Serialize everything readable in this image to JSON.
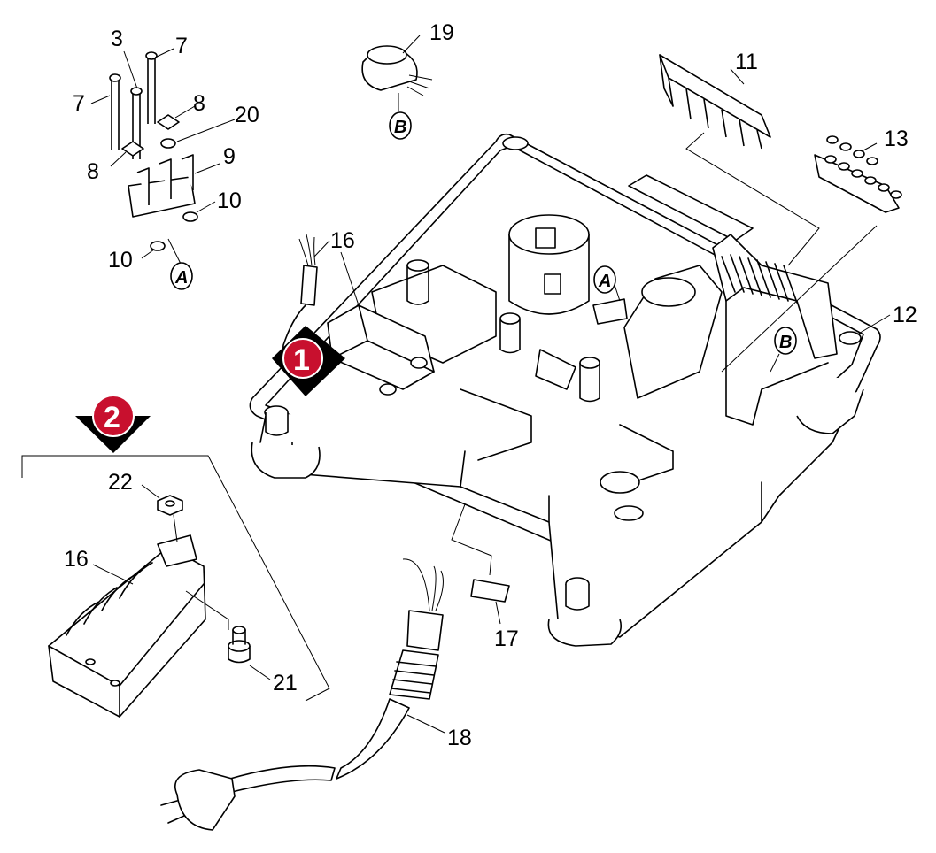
{
  "labels": {
    "p3": "3",
    "p7a": "7",
    "p7b": "7",
    "p8a": "8",
    "p8b": "8",
    "p9": "9",
    "p10a": "10",
    "p10b": "10",
    "p11": "11",
    "p12": "12",
    "p13": "13",
    "p16a": "16",
    "p16b": "16",
    "p17": "17",
    "p18": "18",
    "p19": "19",
    "p20": "20",
    "p21": "21",
    "p22": "22"
  },
  "connectors": {
    "a1": "A",
    "a2": "A",
    "b1": "B",
    "b2": "B"
  },
  "markers": {
    "m1": "1",
    "m2": "2"
  },
  "colors": {
    "marker_fill": "#c8102e",
    "line": "#000000",
    "background": "#ffffff"
  }
}
